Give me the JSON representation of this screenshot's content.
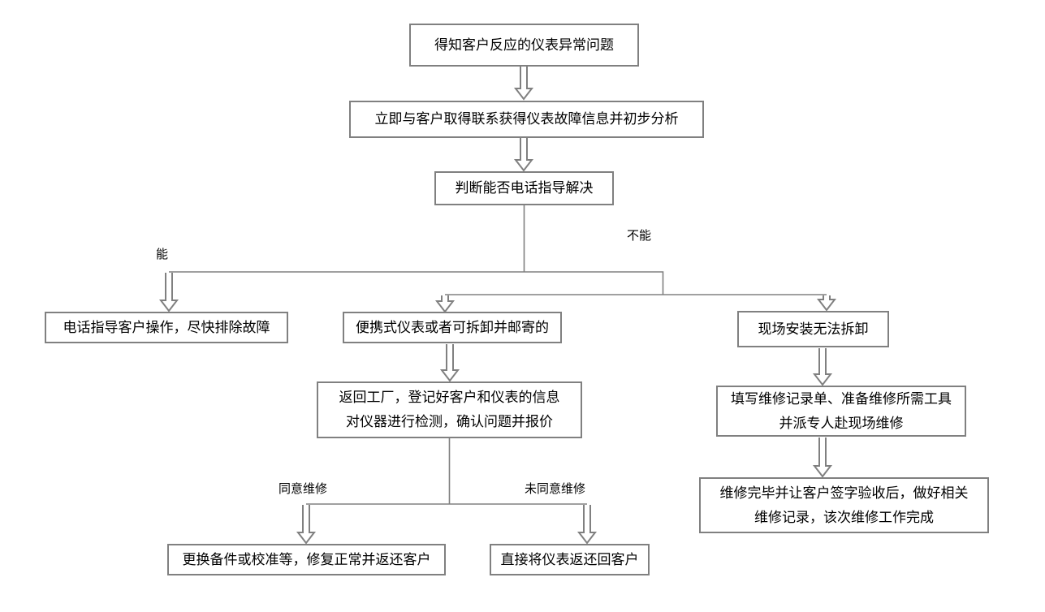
{
  "diagram": {
    "nodes": {
      "report": {
        "label": "得知客户反应的仪表异常问题"
      },
      "contact": {
        "label": "立即与客户取得联系获得仪表故障信息并初步分析"
      },
      "judge": {
        "label": "判断能否电话指导解决"
      },
      "phone_guide": {
        "label": "电话指导客户操作，尽快排除故障"
      },
      "portable": {
        "label": "便携式仪表或者可拆卸并邮寄的"
      },
      "factory": {
        "line1": "返回工厂，登记好客户和仪表的信息",
        "line2": "对仪器进行检测，确认问题并报价"
      },
      "onsite": {
        "label": "现场安装无法拆卸"
      },
      "prepare": {
        "line1": "填写维修记录单、准备维修所需工具",
        "line2": "并派专人赴现场维修"
      },
      "complete": {
        "line1": "维修完毕并让客户签字验收后，做好相关",
        "line2": "维修记录，该次维修工作完成"
      },
      "repair_return": {
        "label": "更换备件或校准等，修复正常并返还客户"
      },
      "direct_return": {
        "label": "直接将仪表返还回客户"
      }
    },
    "edge_labels": {
      "can": "能",
      "cannot": "不能",
      "agree": "同意维修",
      "disagree": "未同意维修"
    },
    "colors": {
      "line": "#808080",
      "text": "#000000",
      "background": "#ffffff"
    }
  }
}
